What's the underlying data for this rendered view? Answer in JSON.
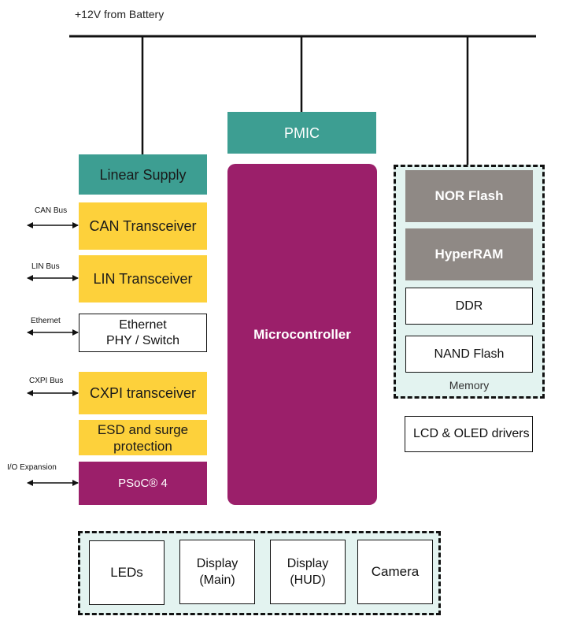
{
  "battery_label": "+12V from Battery",
  "blocks": {
    "pmic": "PMIC",
    "linear_supply": "Linear Supply",
    "can_transceiver": "CAN Transceiver",
    "lin_transceiver": "LIN Transceiver",
    "ethernet_line1": "Ethernet",
    "ethernet_line2": "PHY / Switch",
    "cxpi_transceiver": "CXPI transceiver",
    "esd_line1": "ESD and surge",
    "esd_line2": "protection",
    "psoc": "PSoC® 4",
    "microcontroller": "Microcontroller",
    "lcd_oled": "LCD & OLED drivers"
  },
  "memory": {
    "label": "Memory",
    "items": [
      "NOR Flash",
      "HyperRAM",
      "DDR",
      "NAND Flash"
    ]
  },
  "bus_labels": {
    "can": "CAN Bus",
    "lin": "LIN Bus",
    "ethernet": "Ethernet",
    "cxpi": "CXPI Bus",
    "io": "I/O Expansion"
  },
  "peripherals": {
    "leds": "LEDs",
    "display_main_1": "Display",
    "display_main_2": "(Main)",
    "display_hud_1": "Display",
    "display_hud_2": "(HUD)",
    "camera": "Camera"
  },
  "colors": {
    "teal": "#3d9e92",
    "yellow": "#fdd13b",
    "plum": "#9b1f6a",
    "grey": "#8f8985",
    "group_fill": "#e3f3f0"
  }
}
